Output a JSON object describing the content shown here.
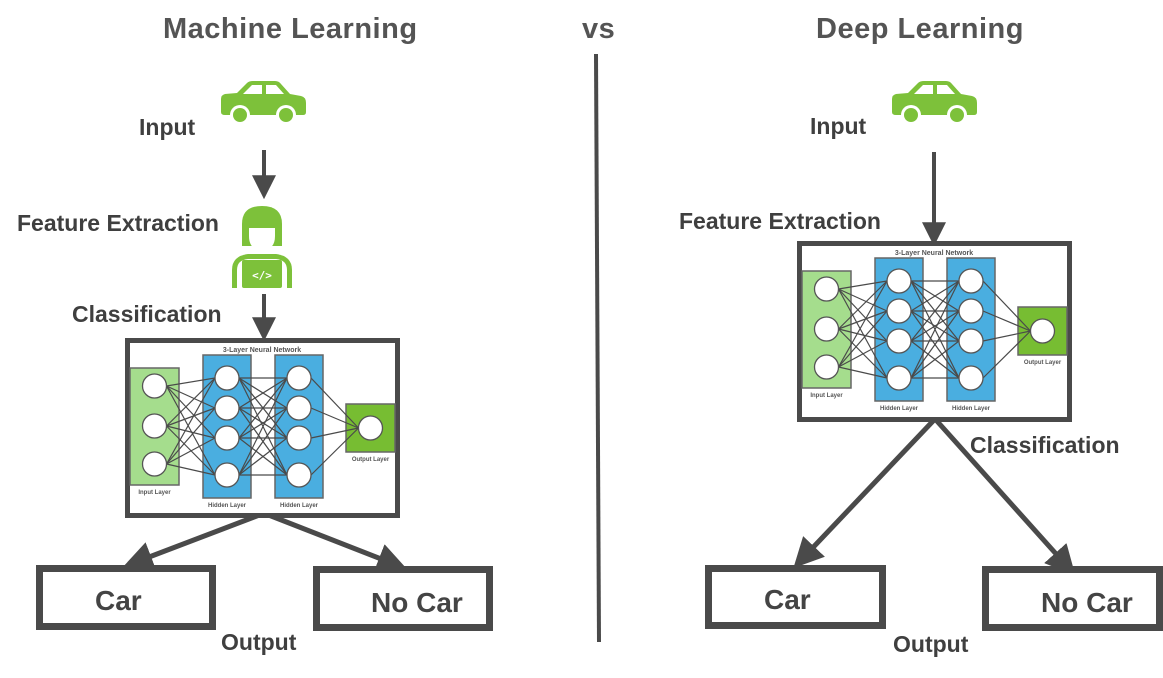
{
  "titles": {
    "left": "Machine Learning",
    "vs": "vs",
    "right": "Deep Learning"
  },
  "colors": {
    "accent_green": "#7dc13a",
    "input_layer_fill": "#a5dd8d",
    "hidden_layer_fill": "#4aaee0",
    "output_layer_fill": "#77bd32",
    "line_dark": "#4a4a4a",
    "text_dark": "#444444"
  },
  "machine_learning": {
    "input_label": "Input",
    "input_icon": "car-icon",
    "feature_extraction_label": "Feature Extraction",
    "feature_extraction_icon": "developer-person-laptop-icon",
    "classification_label": "Classification",
    "network": {
      "title": "3-Layer Neural Network",
      "input_layer_label": "Input Layer",
      "hidden_layer_1_label": "Hidden Layer",
      "hidden_layer_2_label": "Hidden Layer",
      "output_layer_label": "Output Layer"
    },
    "outputs": [
      "Car",
      "No Car"
    ],
    "output_label": "Output"
  },
  "deep_learning": {
    "input_label": "Input",
    "input_icon": "car-icon",
    "feature_extraction_label": "Feature Extraction",
    "classification_label": "Classification",
    "network": {
      "title": "3-Layer Neural Network",
      "input_layer_label": "Input Layer",
      "hidden_layer_1_label": "Hidden Layer",
      "hidden_layer_2_label": "Hidden Layer",
      "output_layer_label": "Output Layer"
    },
    "outputs": [
      "Car",
      "No Car"
    ],
    "output_label": "Output"
  },
  "network_structure": {
    "input_nodes": 3,
    "hidden_1_nodes": 4,
    "hidden_2_nodes": 4,
    "output_nodes": 1
  }
}
